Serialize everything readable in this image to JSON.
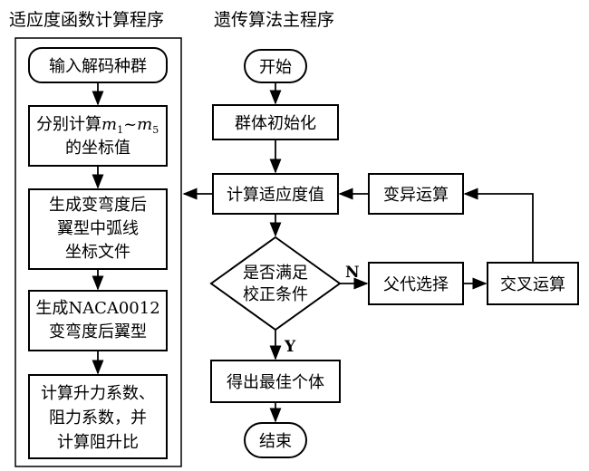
{
  "headings": {
    "fitness": "适应度函数计算程序",
    "main": "遗传算法主程序"
  },
  "fitness_steps": [
    {
      "lines": [
        "输入解码种群"
      ]
    },
    {
      "lines": [
        "分别计算",
        "的坐标值"
      ],
      "math": {
        "a": "m",
        "a_sub": "1",
        "tilde": "~",
        "b": "m",
        "b_sub": "5"
      }
    },
    {
      "lines": [
        "生成变弯度后",
        "翼型中弧线",
        "坐标文件"
      ]
    },
    {
      "lines": [
        "生成NACA0012",
        "变弯度后翼型"
      ]
    },
    {
      "lines": [
        "计算升力系数、",
        "阻力系数，并",
        "计算阻升比"
      ]
    }
  ],
  "main_nodes": {
    "start": "开始",
    "init": "群体初始化",
    "fitness_value": "计算适应度值",
    "decision": [
      "是否满足",
      "校正条件"
    ],
    "best": "得出最佳个体",
    "end": "结束",
    "mutation": "变异运算",
    "selection": "父代选择",
    "crossover": "交叉运算"
  },
  "edge_labels": {
    "no": "N",
    "yes": "Y"
  },
  "colors": {
    "stroke": "#000000",
    "background": "#ffffff"
  }
}
